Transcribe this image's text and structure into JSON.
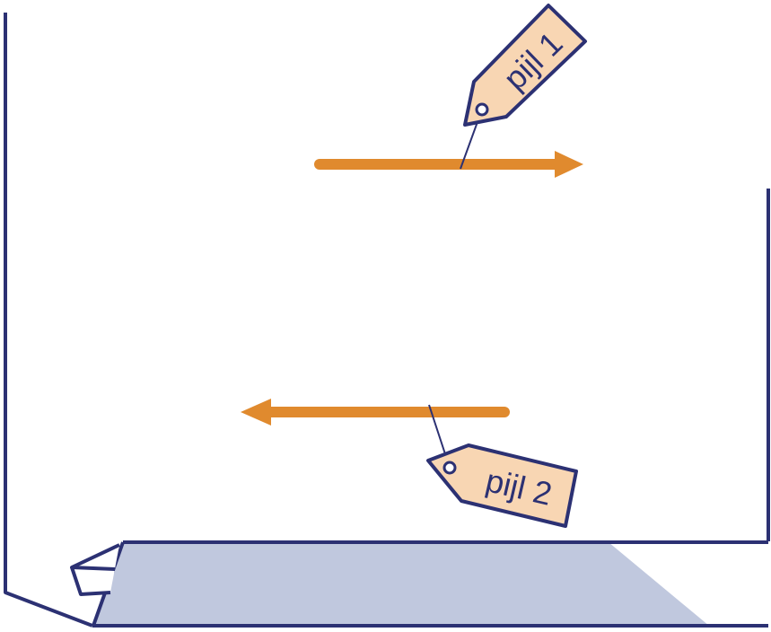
{
  "colors": {
    "line": "#2c3173",
    "arrow": "#e08a2e",
    "tag_fill": "#f8d6b3",
    "shaded_region": "#c0c8de",
    "background": "#ffffff"
  },
  "labels": {
    "arrow_1": "pijl 1",
    "arrow_2": "pijl 2"
  },
  "arrows": [
    {
      "id": "arrow-1",
      "direction": "right"
    },
    {
      "id": "arrow-2",
      "direction": "left"
    }
  ]
}
